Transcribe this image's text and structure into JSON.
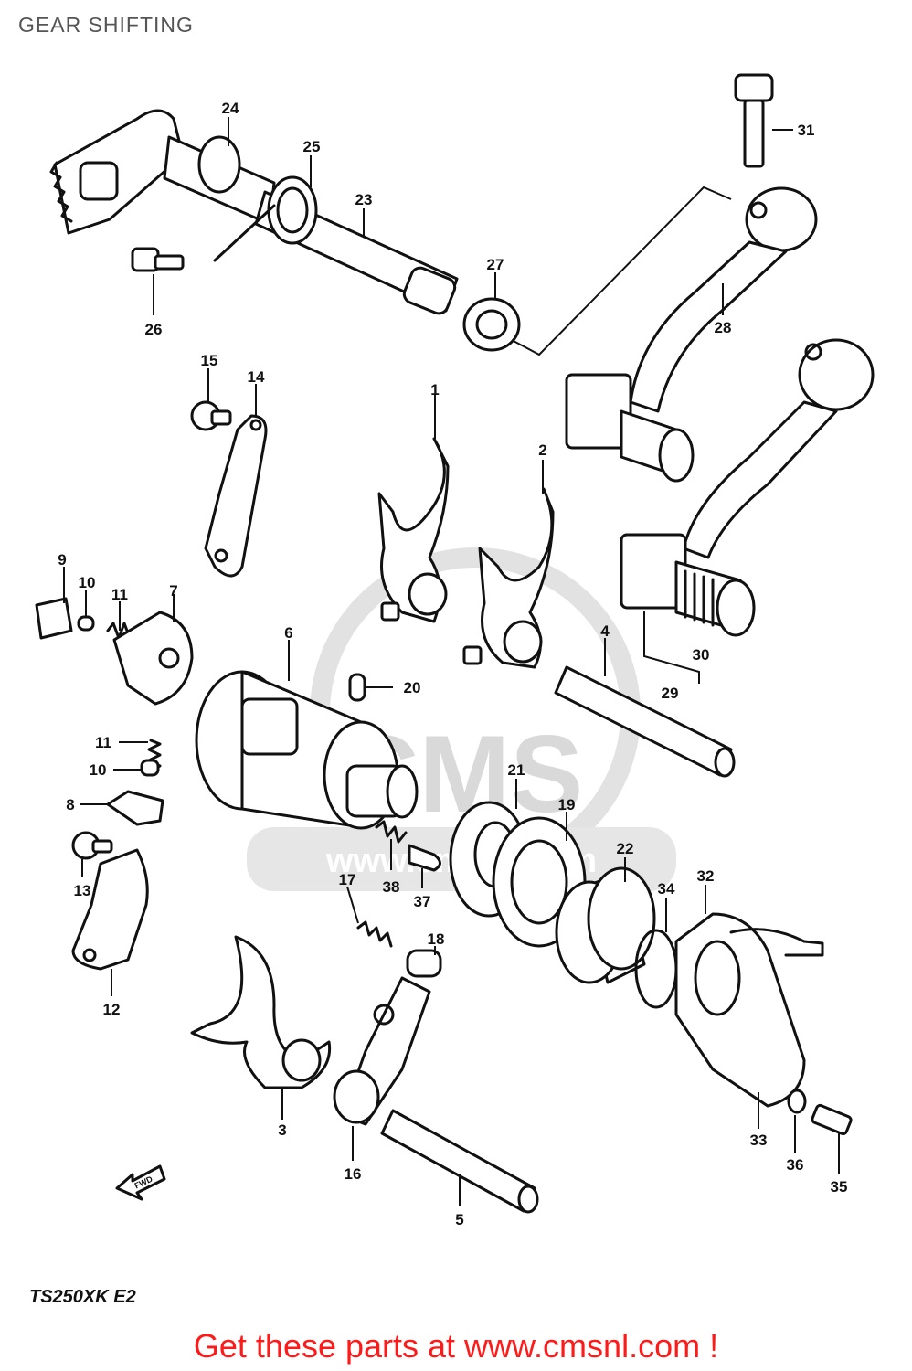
{
  "title": "GEAR SHIFTING",
  "model_code": "TS250XK E2",
  "cta": "Get these parts at www.cmsnl.com !",
  "watermark": {
    "text": "CMS",
    "url": "www.cmsnl.com",
    "color": "#d9d9d9"
  },
  "colors": {
    "line": "#111111",
    "cta": "#ff1a1a",
    "title": "#555555"
  },
  "fwd_marker": "FWD",
  "callouts": [
    {
      "id": "c1",
      "label": "1"
    },
    {
      "id": "c2",
      "label": "2"
    },
    {
      "id": "c3",
      "label": "3"
    },
    {
      "id": "c4",
      "label": "4"
    },
    {
      "id": "c5",
      "label": "5"
    },
    {
      "id": "c6",
      "label": "6"
    },
    {
      "id": "c7",
      "label": "7"
    },
    {
      "id": "c8",
      "label": "8"
    },
    {
      "id": "c9",
      "label": "9"
    },
    {
      "id": "c10a",
      "label": "10"
    },
    {
      "id": "c10b",
      "label": "10"
    },
    {
      "id": "c11a",
      "label": "11"
    },
    {
      "id": "c11b",
      "label": "11"
    },
    {
      "id": "c12",
      "label": "12"
    },
    {
      "id": "c13",
      "label": "13"
    },
    {
      "id": "c14",
      "label": "14"
    },
    {
      "id": "c15",
      "label": "15"
    },
    {
      "id": "c16",
      "label": "16"
    },
    {
      "id": "c17",
      "label": "17"
    },
    {
      "id": "c18",
      "label": "18"
    },
    {
      "id": "c19",
      "label": "19"
    },
    {
      "id": "c20",
      "label": "20"
    },
    {
      "id": "c21",
      "label": "21"
    },
    {
      "id": "c22",
      "label": "22"
    },
    {
      "id": "c23",
      "label": "23"
    },
    {
      "id": "c24",
      "label": "24"
    },
    {
      "id": "c25",
      "label": "25"
    },
    {
      "id": "c26",
      "label": "26"
    },
    {
      "id": "c27",
      "label": "27"
    },
    {
      "id": "c28",
      "label": "28"
    },
    {
      "id": "c29",
      "label": "29"
    },
    {
      "id": "c30",
      "label": "30"
    },
    {
      "id": "c31",
      "label": "31"
    },
    {
      "id": "c32",
      "label": "32"
    },
    {
      "id": "c33",
      "label": "33"
    },
    {
      "id": "c34",
      "label": "34"
    },
    {
      "id": "c35",
      "label": "35"
    },
    {
      "id": "c36",
      "label": "36"
    },
    {
      "id": "c37",
      "label": "37"
    },
    {
      "id": "c38",
      "label": "38"
    }
  ]
}
